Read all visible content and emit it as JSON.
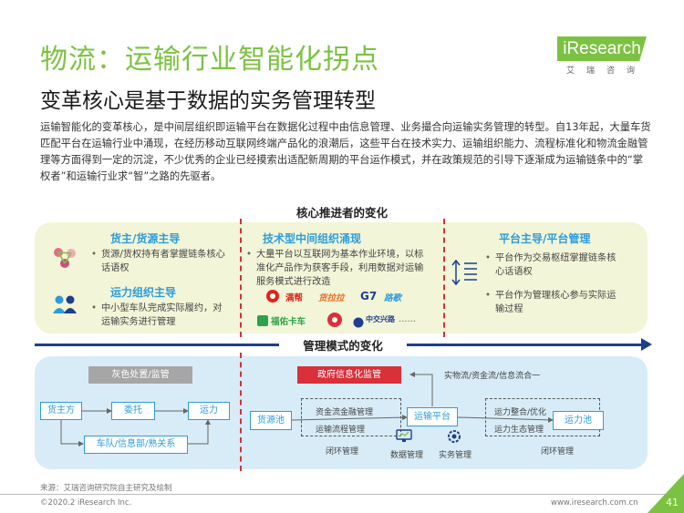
{
  "header": {
    "title": "物流：运输行业智能化拐点",
    "subtitle": "变革核心是基于数据的实务管理转型"
  },
  "logo": {
    "word": "iResearch",
    "cn": "艾瑞咨询"
  },
  "intro": "运输智能化的变革核心，是中间层组织即运输平台在数据化过程中由信息管理、业务撮合向运输实务管理的转型。自13年起，大量车货匹配平台在运输行业中涌现，在经历移动互联网终端产品化的浪潮后，这些平台在技术实力、运输组织能力、流程标准化和物流金融管理等方面得到一定的沉淀，不少优秀的企业已经摸索出适配新周期的平台运作模式，并在政策规范的引导下逐渐成为运输链条中的“掌权者”和运输行业求“智”之路的先驱者。",
  "core_section": {
    "title": "核心推进者的变化",
    "left": {
      "h1": "货主/货源主导",
      "b1": "货源/货权持有者掌握链条核心话语权",
      "h2": "运力组织主导",
      "b2": "中小型车队完成实际履约，对运输实务进行管理"
    },
    "middle": {
      "h": "技术型中间组织涌现",
      "b": "大量平台以互联网为基本作业环境，以标准化产品作为获客手段，利用数据对运输服务模式进行改造",
      "logos": [
        "满帮",
        "货拉拉",
        "G7",
        "路歌",
        "福佑卡车",
        "",
        "中交兴路",
        "……"
      ]
    },
    "right": {
      "h": "平台主导/平台管理",
      "b1": "平台作为交易枢纽掌握链条核心话语权",
      "b2": "平台作为管理核心参与实际运输过程"
    }
  },
  "mgmt_section": {
    "title": "管理模式的变化",
    "left": {
      "banner": "灰色处置/监管",
      "nodes": {
        "shipper": "货主方",
        "consign": "委托",
        "capacity": "运力",
        "fleet": "车队/信息部/熟关系"
      }
    },
    "right": {
      "banner": "政府信息化监管",
      "unify": "实物流/资金流/信息流合一",
      "nodes": {
        "source": "货源池",
        "platform": "运输平台",
        "pool": "运力池"
      },
      "labels": {
        "fund": "资金流金融管理",
        "process": "运输流程管理",
        "closed1": "闭环管理",
        "data": "数据管理",
        "ops": "实务管理",
        "match": "运力整合/优化",
        "eco": "运力生态管理",
        "closed2": "闭环管理"
      }
    }
  },
  "footer": {
    "source": "来源：艾瑞咨询研究院自主研究及绘制",
    "copyright": "©2020.2 iResearch Inc.",
    "url": "www.iresearch.com.cn",
    "page": "41"
  },
  "colors": {
    "green": "#7cc242",
    "blue": "#2d9cdb",
    "red": "#d9303a",
    "navy": "#1f3e8c"
  }
}
